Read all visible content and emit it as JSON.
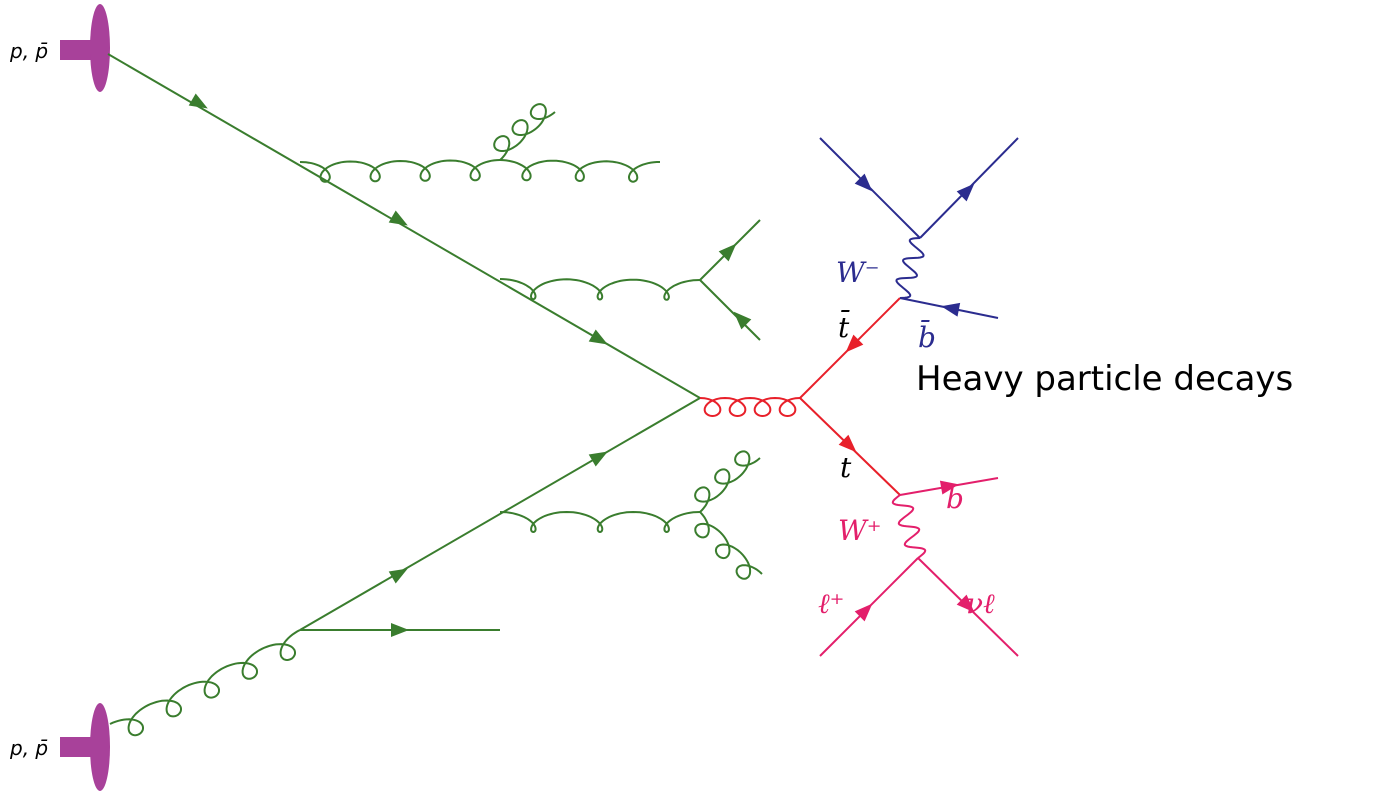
{
  "beam_label_top": "p, p̄",
  "beam_label_bottom": "p, p̄",
  "caption": "Heavy particle decays",
  "labels": {
    "tbar": "t̄",
    "t": "t",
    "w_minus": "W⁻",
    "bbar": "b̄",
    "w_plus": "W⁺",
    "b": "b",
    "lepton": "ℓ⁺",
    "neutrino": "νℓ"
  },
  "colors": {
    "green": "#3a7d2e",
    "red": "#e8202a",
    "blue": "#2b2c8f",
    "pink": "#e31f6b",
    "magenta": "#a8419a",
    "text": "#000000"
  }
}
